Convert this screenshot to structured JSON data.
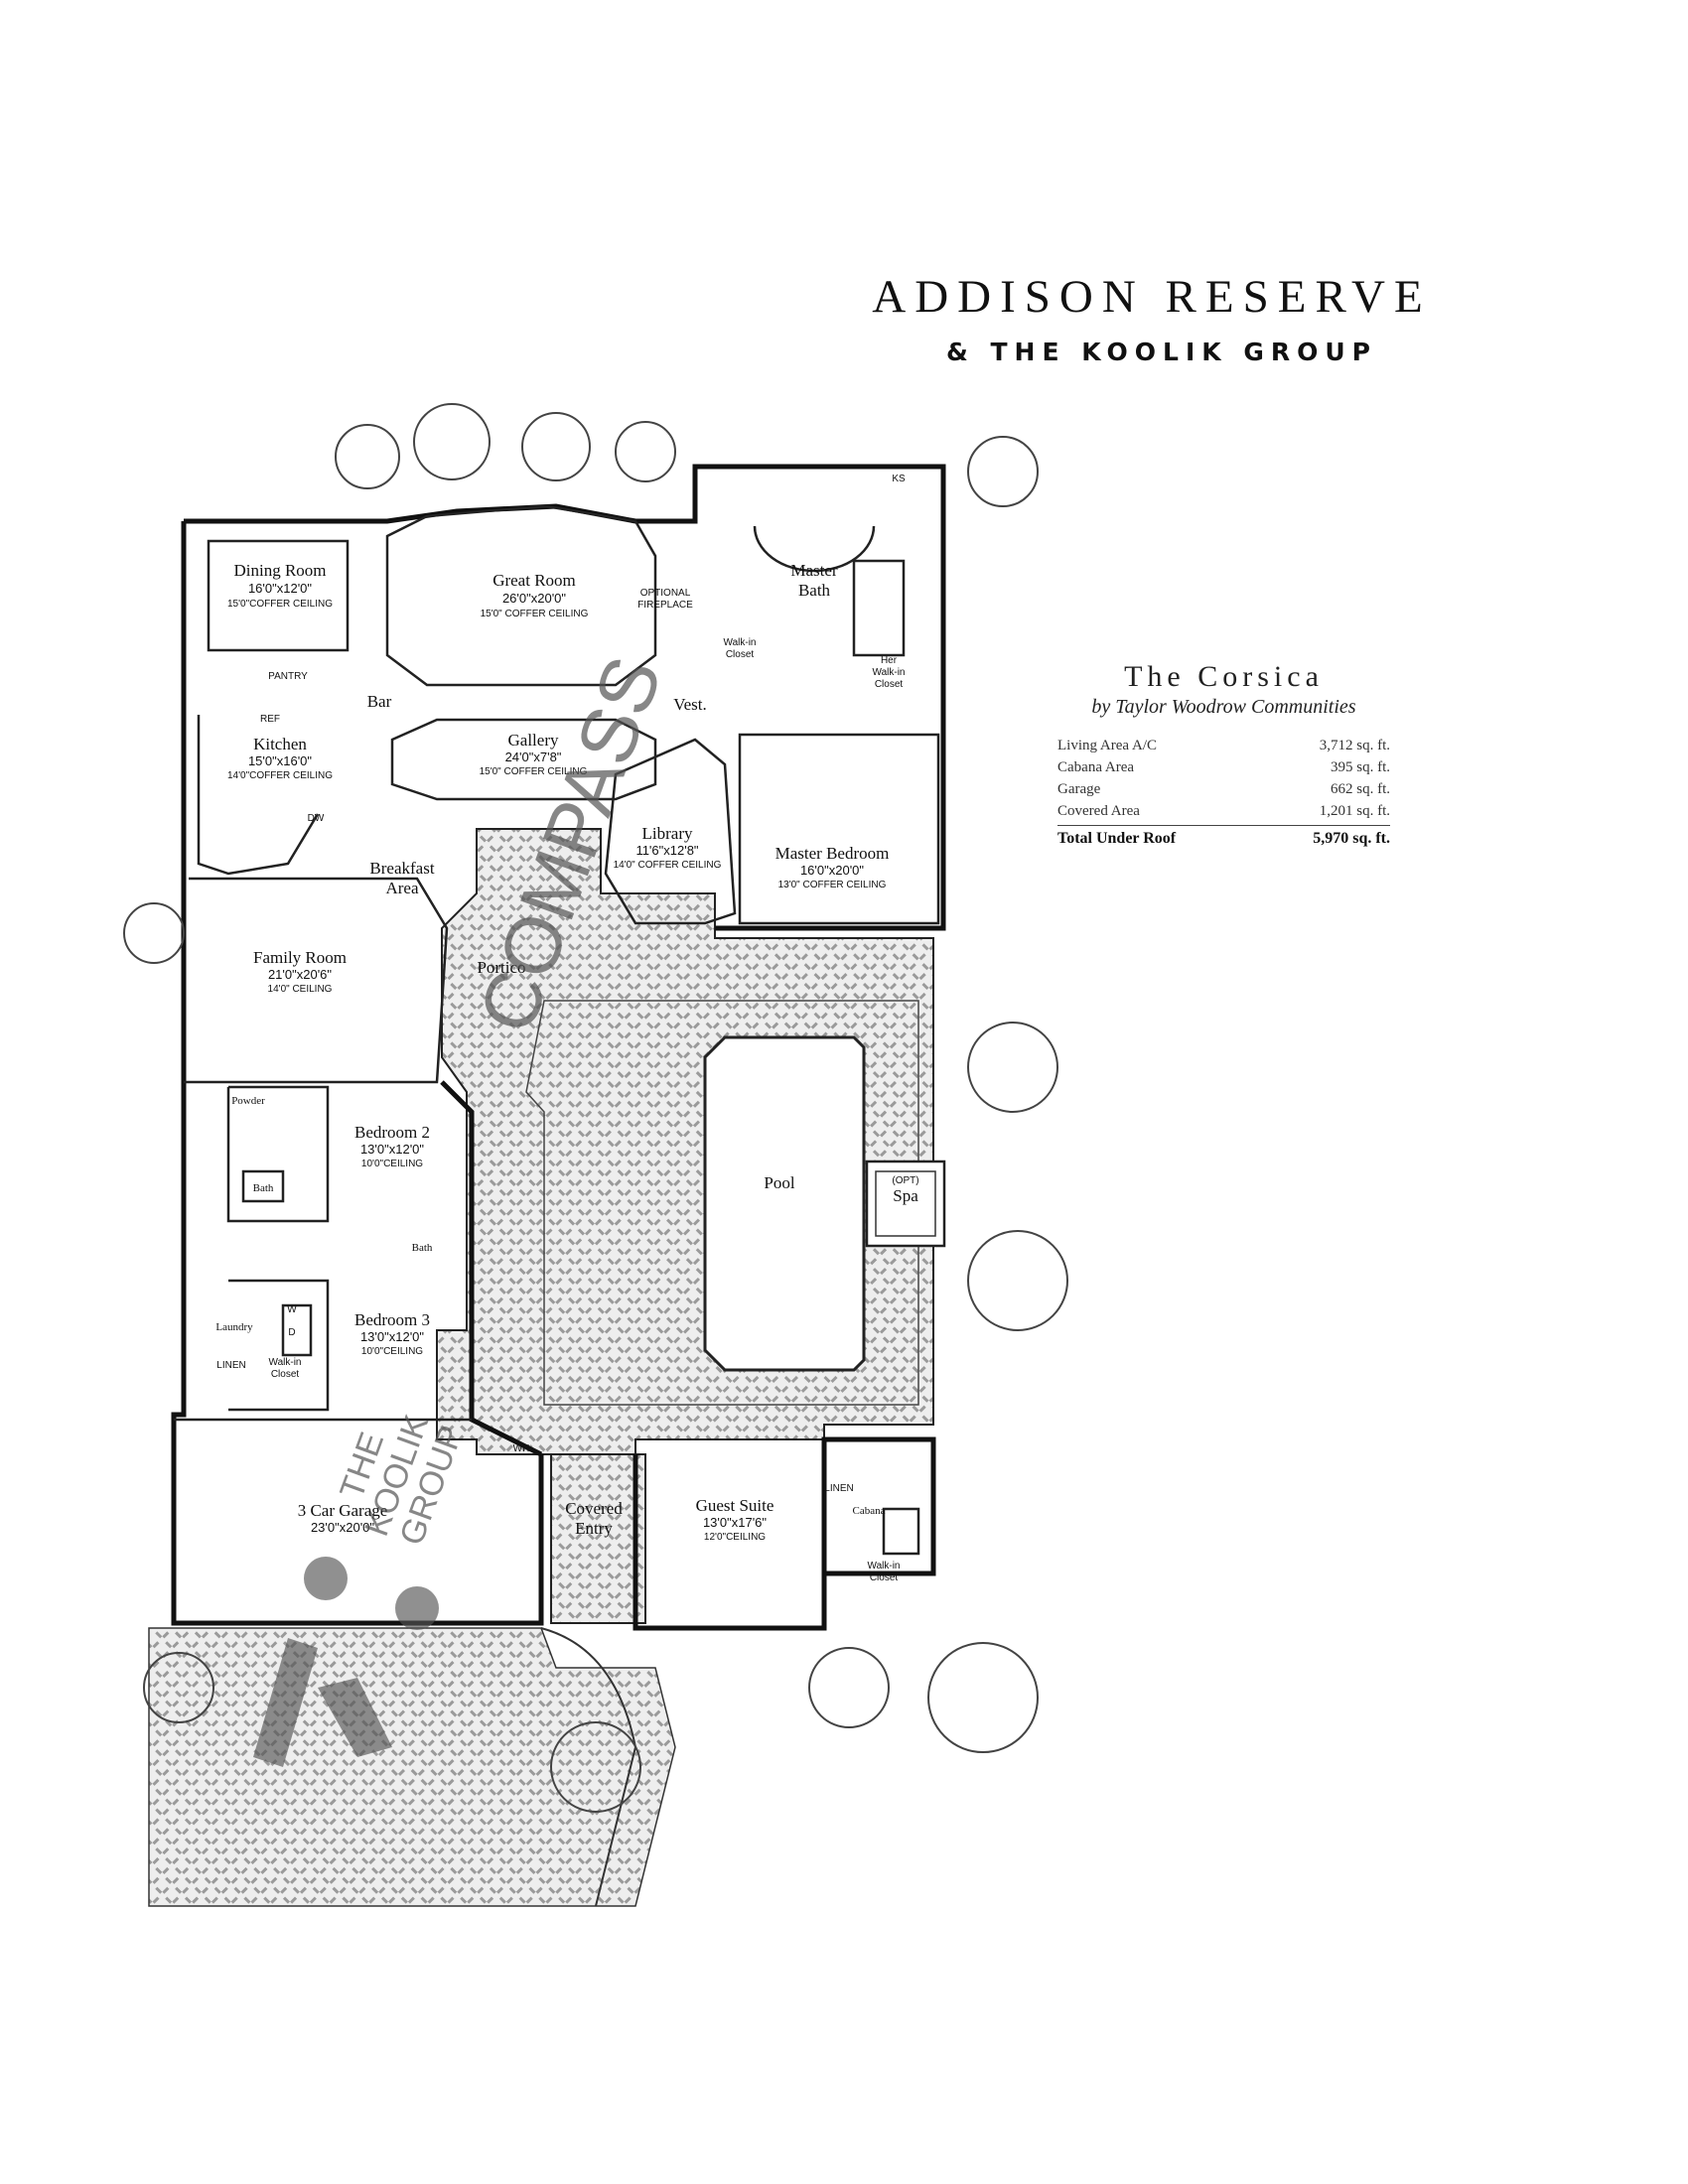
{
  "brand": {
    "title": "ADDISON RESERVE",
    "subtitle": "& THE KOOLIK GROUP"
  },
  "model": {
    "title": "The Corsica",
    "builder": "by Taylor Woodrow Communities",
    "areas": [
      {
        "label": "Living Area A/C",
        "value": "3,712 sq. ft."
      },
      {
        "label": "Cabana Area",
        "value": "395 sq. ft."
      },
      {
        "label": "Garage",
        "value": "662 sq. ft."
      },
      {
        "label": "Covered Area",
        "value": "1,201 sq. ft."
      }
    ],
    "total": {
      "label": "Total Under Roof",
      "value": "5,970 sq. ft."
    }
  },
  "rooms": {
    "dining": {
      "name": "Dining Room",
      "dims": "16'0\"x12'0\"",
      "ceiling": "15'0\"COFFER CEILING"
    },
    "great": {
      "name": "Great Room",
      "dims": "26'0\"x20'0\"",
      "ceiling": "15'0\" COFFER CEILING"
    },
    "fireplace": {
      "line1": "OPTIONAL",
      "line2": "FIREPLACE"
    },
    "master_bath": {
      "line1": "Master",
      "line2": "Bath"
    },
    "kitchen": {
      "name": "Kitchen",
      "dims": "15'0\"x16'0\"",
      "ceiling": "14'0\"COFFER CEILING"
    },
    "pantry": "PANTRY",
    "ref": "REF",
    "dw": "DW",
    "ks": "KS",
    "bar": "Bar",
    "gallery": {
      "name": "Gallery",
      "dims": "24'0\"x7'8\"",
      "ceiling": "15'0\" COFFER CEILING"
    },
    "vest": "Vest.",
    "walkin_closet": {
      "line1": "Walk-in",
      "line2": "Closet"
    },
    "her_closet": {
      "line1": "Her",
      "line2": "Walk-in",
      "line3": "Closet"
    },
    "library": {
      "name": "Library",
      "dims": "11'6\"x12'8\"",
      "ceiling": "14'0\" COFFER CEILING"
    },
    "master_bedroom": {
      "name": "Master Bedroom",
      "dims": "16'0\"x20'0\"",
      "ceiling": "13'0\" COFFER CEILING"
    },
    "breakfast": {
      "line1": "Breakfast",
      "line2": "Area"
    },
    "family": {
      "name": "Family Room",
      "dims": "21'0\"x20'6\"",
      "ceiling": "14'0\" CEILING"
    },
    "portico": "Portico",
    "powder": "Powder",
    "bath": "Bath",
    "bedroom2": {
      "name": "Bedroom 2",
      "dims": "13'0\"x12'0\"",
      "ceiling": "10'0\"CEILING"
    },
    "bedroom3": {
      "name": "Bedroom 3",
      "dims": "13'0\"x12'0\"",
      "ceiling": "10'0\"CEILING"
    },
    "laundry": "Laundry",
    "linen": "LINEN",
    "wd": {
      "w": "W",
      "d": "D"
    },
    "pool": "Pool",
    "spa": {
      "opt": "(OPT)",
      "name": "Spa"
    },
    "wh": "WH",
    "garage": {
      "name": "3 Car Garage",
      "dims": "23'0\"x20'0\""
    },
    "covered_entry": {
      "line1": "Covered",
      "line2": "Entry"
    },
    "guest_suite": {
      "name": "Guest Suite",
      "dims": "13'0\"x17'6\"",
      "ceiling": "12'0\"CEILING"
    },
    "cabana": "Cabana"
  },
  "watermarks": {
    "compass": "COMPASS",
    "koolik_line1": "THE",
    "koolik_line2": "KOOLIK",
    "koolik_line3": "GROUP"
  },
  "colors": {
    "ink": "#111111",
    "paving": "#d9d9d9",
    "foliage": "#444444"
  }
}
